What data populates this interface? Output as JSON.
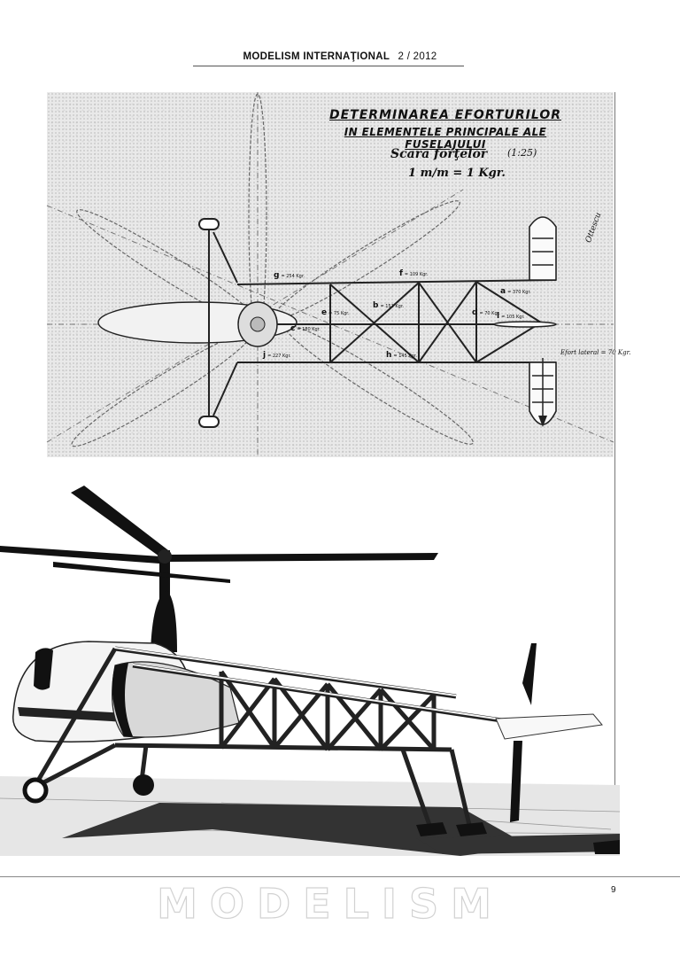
{
  "header": {
    "publication": "MODELISM INTERNAŢIONAL",
    "issue": "2 / 2012"
  },
  "drawing": {
    "title_line1": "DETERMINAREA EFORTURILOR",
    "title_line2": "IN ELEMENTELE PRINCIPALE ALE FUSELAJULUI",
    "scale_label": "Scara forţelor",
    "scale_ratio": "(1:25)",
    "scale_unit": "1 m/m = 1 Kgr.",
    "signature": "Ottescu",
    "force_labels": [
      {
        "letter": "g",
        "value": "= 254 Kgr."
      },
      {
        "letter": "f",
        "value": "= 109 Kgr."
      },
      {
        "letter": "a",
        "value": "= 370 Kgr."
      },
      {
        "letter": "b",
        "value": "= 151 Kgr."
      },
      {
        "letter": "l",
        "value": "= 105 Kgr."
      },
      {
        "letter": "c",
        "value": "= 180 Kgr."
      },
      {
        "letter": "e",
        "value": "= 75 Kgr."
      },
      {
        "letter": "d",
        "value": "= 70 Kgr."
      },
      {
        "letter": "j",
        "value": "= 227 Kgr."
      },
      {
        "letter": "h",
        "value": "= 145 Kgr."
      }
    ],
    "lateral_force": "Efort lateral = 70 Kgr."
  },
  "footer": {
    "watermark": "MODELISM",
    "page_number": "9"
  }
}
